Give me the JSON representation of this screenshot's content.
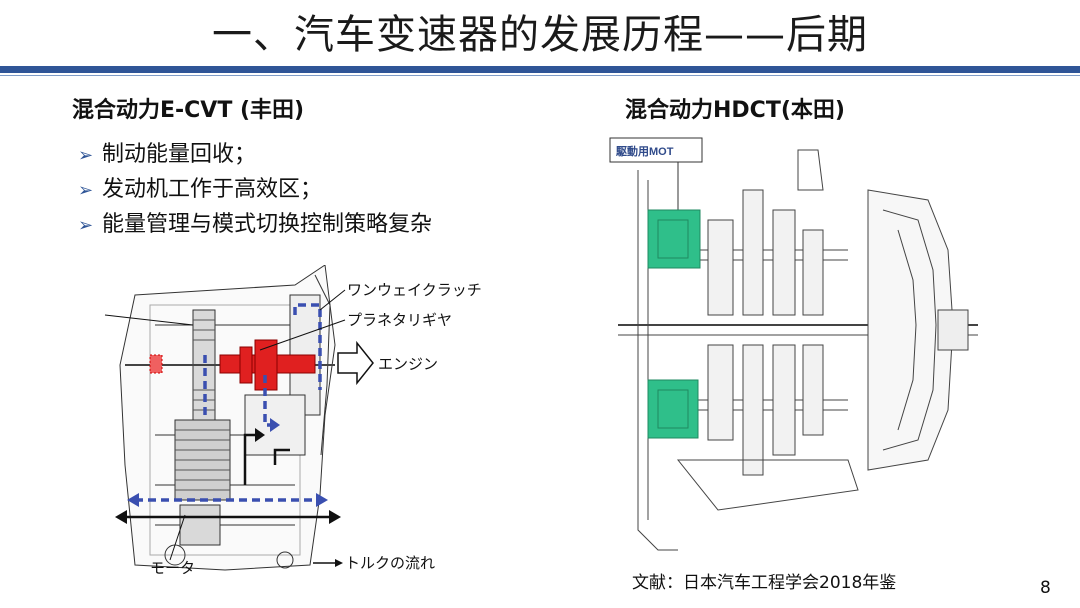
{
  "slide": {
    "title": "一、汽车变速器的发展历程——后期",
    "page_number": "8"
  },
  "left": {
    "heading": "混合动力E-CVT (丰田)",
    "bullets": [
      "制动能量回收；",
      "发动机工作于高效区；",
      "能量管理与模式切换控制策略复杂"
    ],
    "diagram_labels": {
      "one_way_clutch": "ワンウェイクラッチ",
      "planetary_gear": "プラネタリギヤ",
      "engine": "エンジン",
      "motor": "モータ",
      "torque_flow": "トルクの流れ"
    },
    "colors": {
      "highlight": "#e02020",
      "flow_arrows": "#3a4fb0"
    }
  },
  "right": {
    "heading": "混合动力HDCT(本田)",
    "diagram_tag": "駆動用MOT",
    "colors": {
      "motor_highlight": "#2fbf8a"
    }
  },
  "reference": "文献：日本汽车工程学会2018年鉴"
}
